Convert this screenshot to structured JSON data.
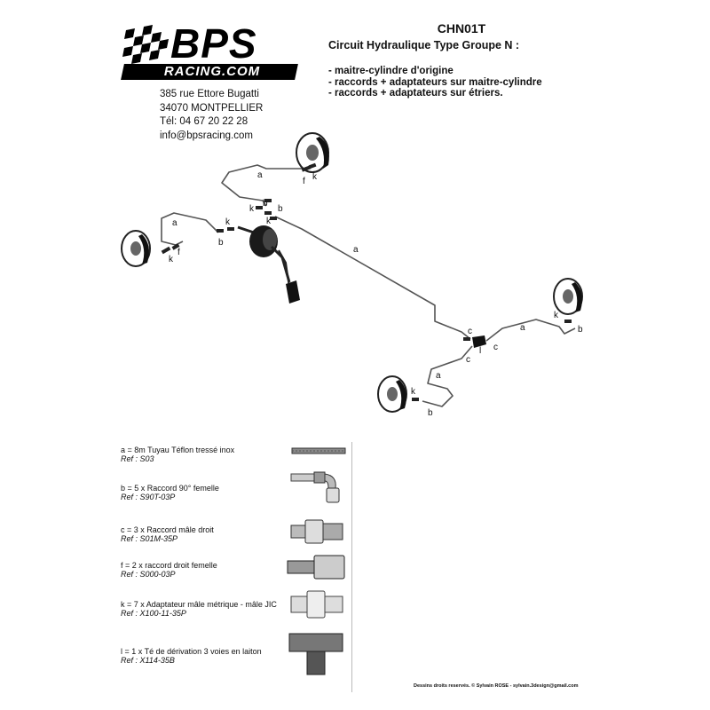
{
  "brand": {
    "name": "BPS",
    "sub": "RACING.COM"
  },
  "address": {
    "street": "385 rue Ettore Bugatti",
    "city": "34070 MONTPELLIER",
    "phone": "Tél: 04 67 20 22 28",
    "email": "info@bpsracing.com"
  },
  "header": {
    "code": "CHN01T",
    "title": "Circuit Hydraulique Type Groupe N :",
    "bullets": [
      "- maitre-cylindre d'origine",
      "- raccords + adaptateurs sur maitre-cylindre",
      "- raccords + adaptateurs sur étriers."
    ]
  },
  "diagram": {
    "labels": [
      "a",
      "f",
      "k",
      "k",
      "b",
      "k",
      "b",
      "a",
      "b",
      "k",
      "k",
      "f",
      "a",
      "c",
      "c",
      "c",
      "l",
      "a",
      "k",
      "b",
      "a",
      "k",
      "b"
    ]
  },
  "parts": [
    {
      "letter": "a",
      "desc": "a = 8m Tuyau Téflon tressé inox",
      "ref": "Ref : S03",
      "icon": "braided-hose-icon"
    },
    {
      "letter": "b",
      "desc": "b = 5 x Raccord 90° femelle",
      "ref": "Ref : S90T-03P",
      "icon": "elbow-fitting-icon"
    },
    {
      "letter": "c",
      "desc": "c = 3 x Raccord mâle droit",
      "ref": "Ref : S01M-35P",
      "icon": "male-fitting-icon"
    },
    {
      "letter": "f",
      "desc": "f = 2 x raccord droit femelle",
      "ref": "Ref : S000-03P",
      "icon": "female-fitting-icon"
    },
    {
      "letter": "k",
      "desc": "k = 7 x Adaptateur mâle métrique - mâle JIC",
      "ref": "Ref : X100-11-35P",
      "icon": "adapter-icon"
    },
    {
      "letter": "l",
      "desc": "l = 1 x Té de dérivation 3 voies en laiton",
      "ref": "Ref : X114-35B",
      "icon": "tee-fitting-icon"
    }
  ],
  "footer": {
    "text": "Dessins droits reservés. © Sylvain ROSE - sylvain.3design@gmail.com"
  }
}
